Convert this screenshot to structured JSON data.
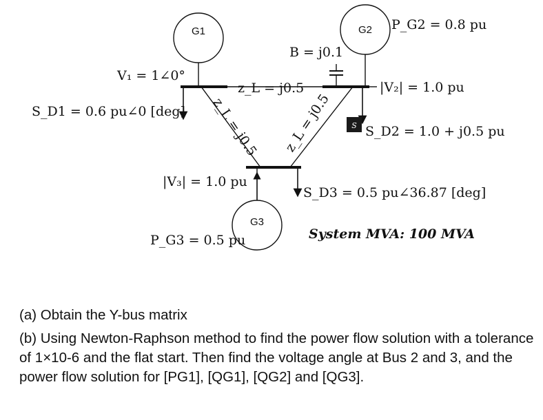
{
  "generators": {
    "g1": "G1",
    "g2": "G2",
    "g3": "G3"
  },
  "labels": {
    "v1": "V₁ = 1∠0°",
    "sd1": "S_D1 = 0.6 pu∠0 [deg]",
    "zl_top": "z_L = j0.5",
    "zl_left": "z_L = j0.5",
    "zl_right": "z_L = j0.5",
    "b": "B = j0.1",
    "pg2": "P_G2 = 0.8 pu",
    "v2": "|V₂| = 1.0 pu",
    "sd2": "S_D2 = 1.0 + j0.5 pu",
    "s_box": "S",
    "v3": "|V₃| = 1.0 pu",
    "sd3": "S_D3 = 0.5 pu∠36.87 [deg]",
    "pg3": "P_G3 = 0.5 pu",
    "system_mva": "System MVA: 100 MVA"
  },
  "questions": {
    "a": "(a) Obtain the Y-bus matrix",
    "b": "(b) Using Newton-Raphson method to find the power flow solution with a tolerance of 1×10-6 and the flat start. Then find the voltage angle at Bus 2 and 3, and the power flow solution for [PG1], [QG1], [QG2] and [QG3]."
  },
  "colors": {
    "line": "#111111",
    "load_box": "#1a1a1a"
  }
}
